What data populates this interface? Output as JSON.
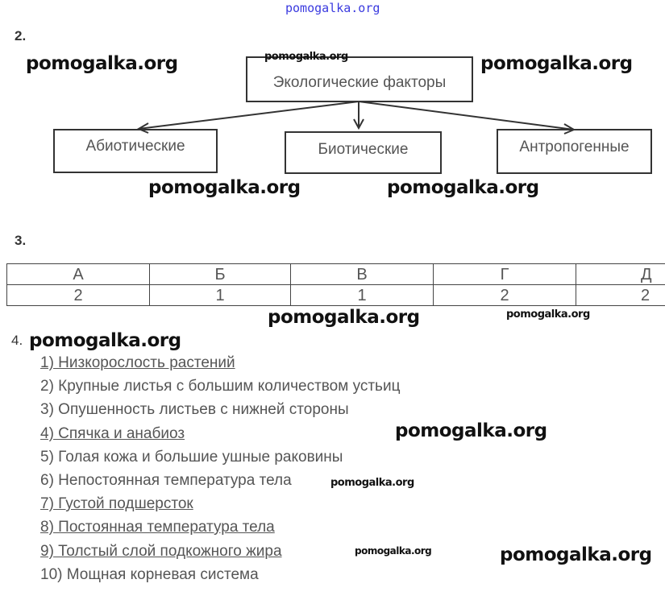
{
  "watermark": "pomogalka.org",
  "task2": {
    "number": "2.",
    "root": "Экологические факторы",
    "children": [
      "Абиотические",
      "Биотические",
      "Антропогенные"
    ]
  },
  "task3": {
    "number": "3.",
    "headers": [
      "А",
      "Б",
      "В",
      "Г",
      "Д"
    ],
    "values": [
      "2",
      "1",
      "1",
      "2",
      "2"
    ]
  },
  "task4": {
    "number": "4.",
    "items": [
      {
        "text": "1) Низкорослость растений",
        "underlined": true
      },
      {
        "text": "2) Крупные листья с большим количеством устьиц",
        "underlined": false
      },
      {
        "text": "3) Опушенность листьев с нижней стороны",
        "underlined": false
      },
      {
        "text": "4) Спячка и анабиоз",
        "underlined": true
      },
      {
        "text": "5) Голая кожа и большие ушные раковины",
        "underlined": false
      },
      {
        "text": "6) Непостоянная температура тела",
        "underlined": false
      },
      {
        "text": "7) Густой подшерсток",
        "underlined": true
      },
      {
        "text": "8) Постоянная температура тела",
        "underlined": true
      },
      {
        "text": "9) Толстый слой подкожного жира",
        "underlined": true
      },
      {
        "text": "10) Мощная корневая система",
        "underlined": false
      }
    ]
  }
}
